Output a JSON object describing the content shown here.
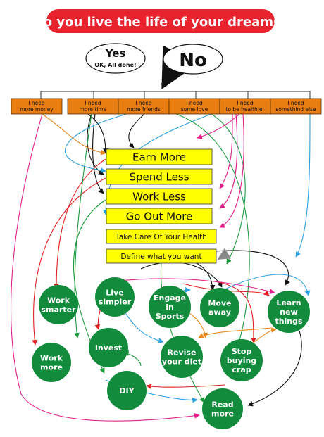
{
  "title": "Do you live the life of your dreams?",
  "answers": {
    "yes": {
      "label": "Yes",
      "sub": "OK, All done!"
    },
    "no": {
      "label": "No"
    }
  },
  "needs": [
    {
      "line1": "I need",
      "line2": "more money"
    },
    {
      "line1": "I need",
      "line2": "more time"
    },
    {
      "line1": "I need",
      "line2": "more friends"
    },
    {
      "line1": "I need",
      "line2": "some love"
    },
    {
      "line1": "I need",
      "line2": "to be healthier"
    },
    {
      "line1": "I need",
      "line2": "somethind else"
    }
  ],
  "actions": [
    "Earn More",
    "Spend Less",
    "Work Less",
    "Go Out More",
    "Take Care Of Your Health",
    "Define what you want"
  ],
  "tactics": [
    {
      "lines": [
        "Work",
        "smarter"
      ]
    },
    {
      "lines": [
        "Live",
        "simpler"
      ]
    },
    {
      "lines": [
        "Engage",
        "in",
        "Sports"
      ]
    },
    {
      "lines": [
        "Move",
        "away"
      ]
    },
    {
      "lines": [
        "Learn",
        "new",
        "things"
      ]
    },
    {
      "lines": [
        "Work",
        "more"
      ]
    },
    {
      "lines": [
        "Invest"
      ]
    },
    {
      "lines": [
        "Revise",
        "your diet"
      ]
    },
    {
      "lines": [
        "Stop",
        "buying",
        "crap"
      ]
    },
    {
      "lines": [
        "DIY"
      ]
    },
    {
      "lines": [
        "Read",
        "more"
      ]
    }
  ],
  "colors": {
    "title_bg": "#e8232d",
    "need_bg": "#e87d12",
    "action_bg": "#ffff00",
    "tactic_bg": "#128c3c",
    "arrow_black": "#111111",
    "arrow_red": "#e02020",
    "arrow_green": "#1e9a3e",
    "arrow_blue": "#2aa0e0",
    "arrow_orange": "#e88a20",
    "arrow_magenta": "#e0208a",
    "arrow_gray": "#8a8a8a"
  }
}
